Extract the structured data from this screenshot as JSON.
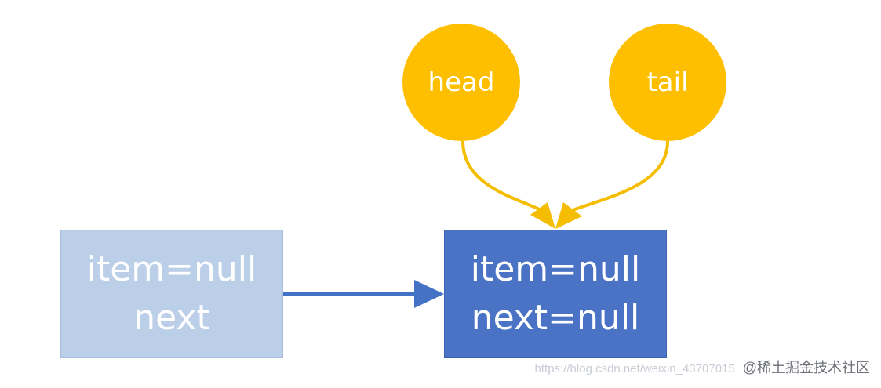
{
  "colors": {
    "old_node_fill": "#bccfe8",
    "new_node_fill": "#4a73c5",
    "pointer_fill": "#fdbf00",
    "pointer_arrow": "#f4bd00",
    "link_arrow": "#4472c4"
  },
  "nodes": [
    {
      "line1": "item=null",
      "line2": "next"
    },
    {
      "line1": "item=null",
      "line2": "next=null"
    }
  ],
  "pointers": [
    {
      "label": "head"
    },
    {
      "label": "tail"
    }
  ],
  "watermark": {
    "url_text": "https://blog.csdn.net/weixin_43707015",
    "brand_text": "@稀土掘金技术社区"
  }
}
